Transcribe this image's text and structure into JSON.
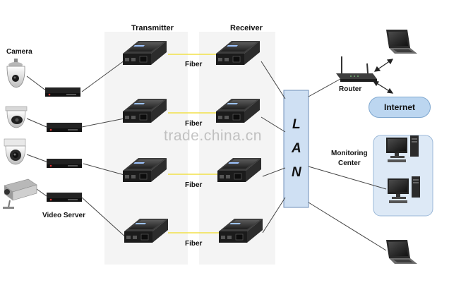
{
  "labels": {
    "camera": "Camera",
    "transmitter": "Transmitter",
    "receiver": "Receiver",
    "fiber": "Fiber",
    "router": "Router",
    "internet": "Internet",
    "monitoring_center": "Monitoring\nCenter",
    "video_server": "Video Server",
    "lan_letters": [
      "L",
      "A",
      "N"
    ],
    "watermark": "trade.china.cn"
  },
  "colors": {
    "fiber_line": "#f2e14a",
    "lan_fill": "#cfe0f3",
    "lan_border": "#6f8fb8",
    "monitoring_fill": "#dde9f6",
    "internet_fill": "#bcd6f0",
    "device_body": "#2b2b2b",
    "wire": "#333333"
  },
  "icons": {
    "cameras": [
      "ptz-dome-camera-icon",
      "dome-camera-icon",
      "bullet-dome-camera-icon",
      "box-camera-icon"
    ],
    "media_converter": "media-converter-icon",
    "dvr": "video-server-icon",
    "router": "router-icon",
    "laptop": "laptop-icon",
    "desktop": "desktop-pc-icon"
  }
}
